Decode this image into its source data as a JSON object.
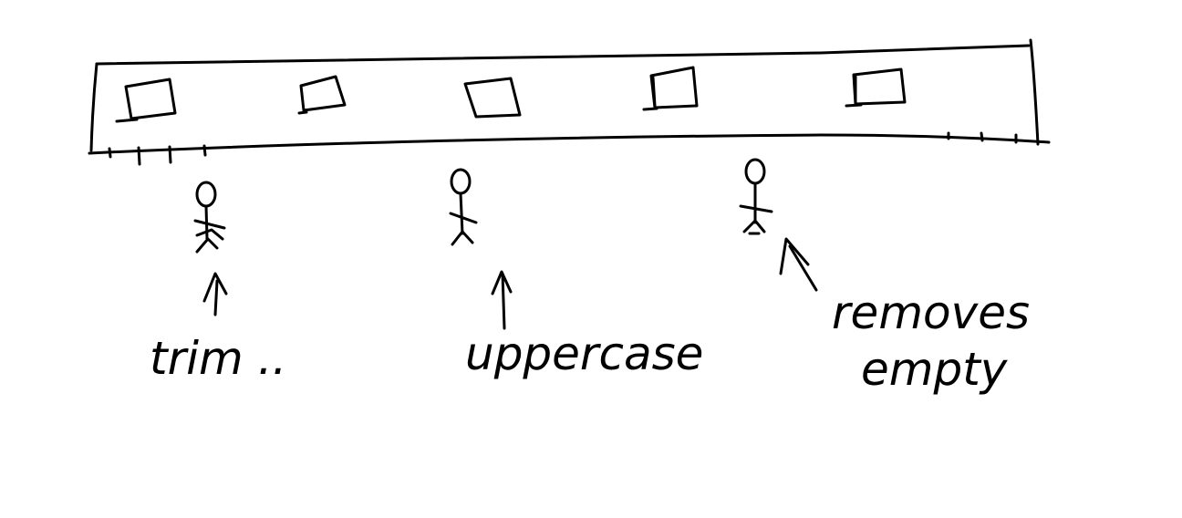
{
  "labels": {
    "trim": "trim ..",
    "uppercase": "uppercase",
    "removes_line1": "removes",
    "removes_line2": "empty"
  },
  "colors": {
    "ink": "#000000",
    "background": "#ffffff"
  },
  "belt_item_count": 5,
  "worker_count": 3
}
